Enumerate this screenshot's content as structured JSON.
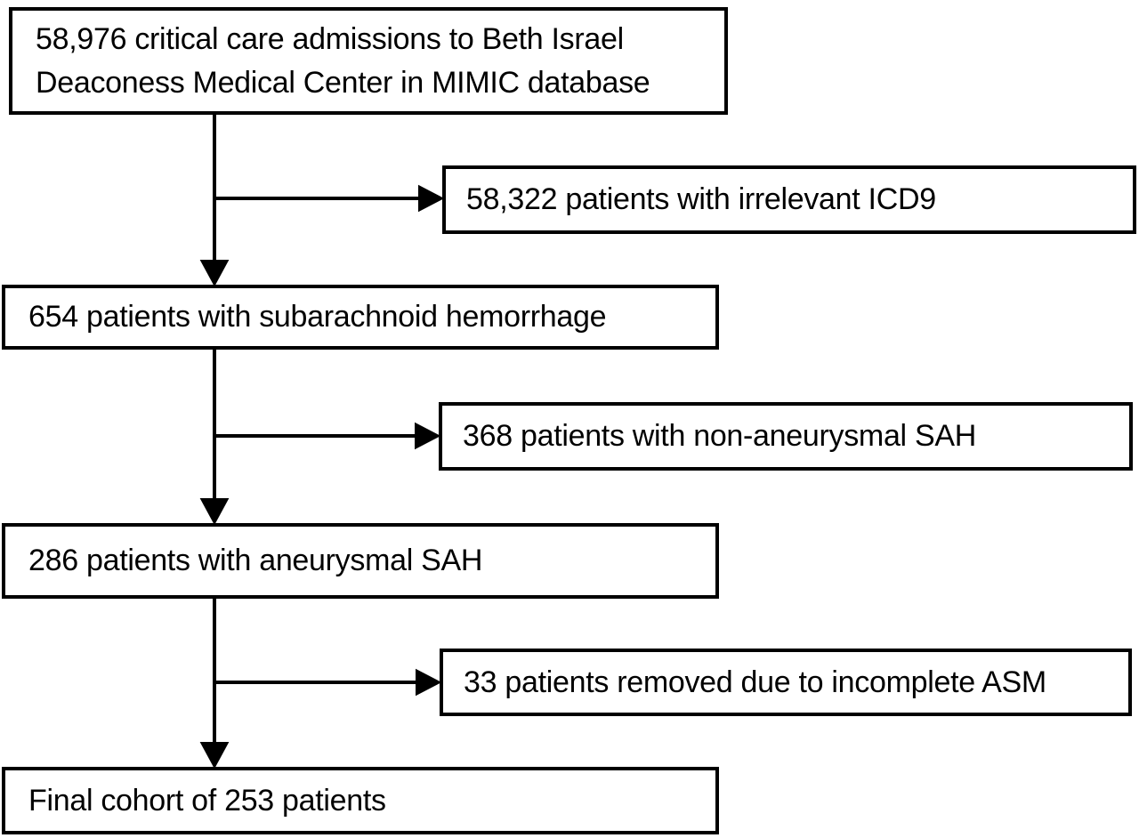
{
  "figure": {
    "type": "flowchart",
    "background_color": "#ffffff",
    "box_fill_color": "#ffffff",
    "box_border_color": "#000000",
    "text_color": "#000000",
    "arrow_color": "#000000",
    "steps": [
      {
        "id": "admissions",
        "label": "58,976 critical care admissions to Beth Israel Deaconess Medical Center in MIMIC database"
      },
      {
        "id": "sah",
        "label": "654 patients with subarachnoid hemorrhage"
      },
      {
        "id": "aneurysmal-sah",
        "label": "286 patients with aneurysmal SAH"
      },
      {
        "id": "final-cohort",
        "label": "Final cohort of 253 patients"
      }
    ],
    "exclusions": [
      {
        "id": "irrelevant-icd9",
        "label": "58,322 patients with irrelevant ICD9",
        "branches_from": "admissions"
      },
      {
        "id": "non-aneurysmal-sah",
        "label": "368 patients with non-aneurysmal SAH",
        "branches_from": "sah"
      },
      {
        "id": "incomplete-asm",
        "label": "33 patients removed due to incomplete ASM",
        "branches_from": "aneurysmal-sah"
      }
    ]
  }
}
